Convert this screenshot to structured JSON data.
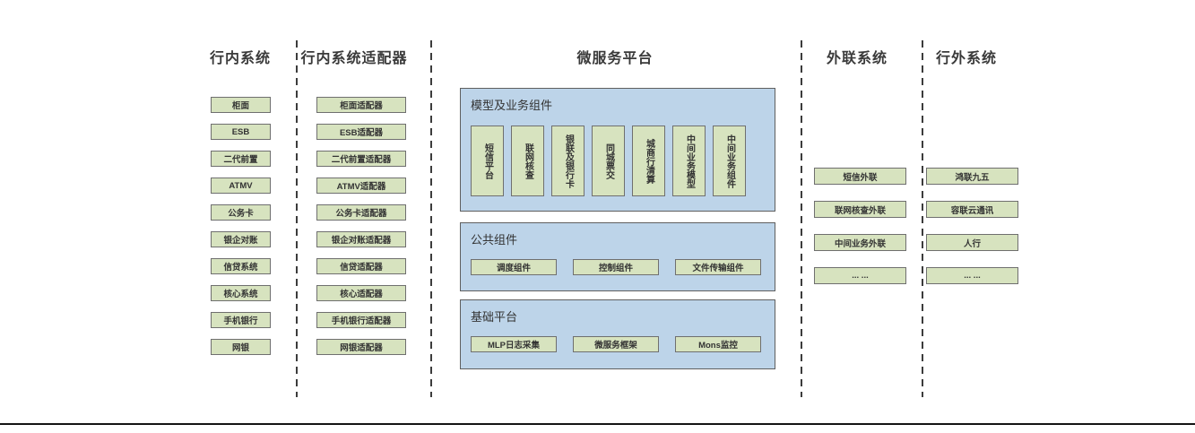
{
  "columns": {
    "internal": {
      "title": "行内系统",
      "items": [
        "柜面",
        "ESB",
        "二代前置",
        "ATMV",
        "公务卡",
        "银企对账",
        "信贷系统",
        "核心系统",
        "手机银行",
        "网银"
      ]
    },
    "adapters": {
      "title": "行内系统适配器",
      "items": [
        "柜面适配器",
        "ESB适配器",
        "二代前置适配器",
        "ATMV适配器",
        "公务卡适配器",
        "银企对账适配器",
        "信贷适配器",
        "核心适配器",
        "手机银行适配器",
        "网银适配器"
      ]
    },
    "external": {
      "title": "外联系统",
      "items": [
        "短信外联",
        "联网核查外联",
        "中间业务外联",
        "... ..."
      ]
    },
    "outside": {
      "title": "行外系统",
      "items": [
        "鸿联九五",
        "容联云通讯",
        "人行",
        "... ..."
      ]
    }
  },
  "platform": {
    "title": "微服务平台",
    "sections": {
      "model": {
        "title": "模型及业务组件",
        "items": [
          "短信平台",
          "联网核查",
          "银联及银行卡",
          "同城票交",
          "城商行清算",
          "中间业务模型",
          "中间业务组件"
        ]
      },
      "common": {
        "title": "公共组件",
        "items": [
          "调度组件",
          "控制组件",
          "文件传输组件"
        ]
      },
      "base": {
        "title": "基础平台",
        "items": [
          "MLP日志采集",
          "微服务框架",
          "Mons监控"
        ]
      }
    }
  },
  "colors": {
    "green_fill": "#d7e3bf",
    "green_border": "#6f6f6f",
    "blue_fill": "#bdd4e9",
    "blue_border": "#5f5f5f",
    "divider": "#3c3c3c",
    "text": "#3a3a3a"
  }
}
